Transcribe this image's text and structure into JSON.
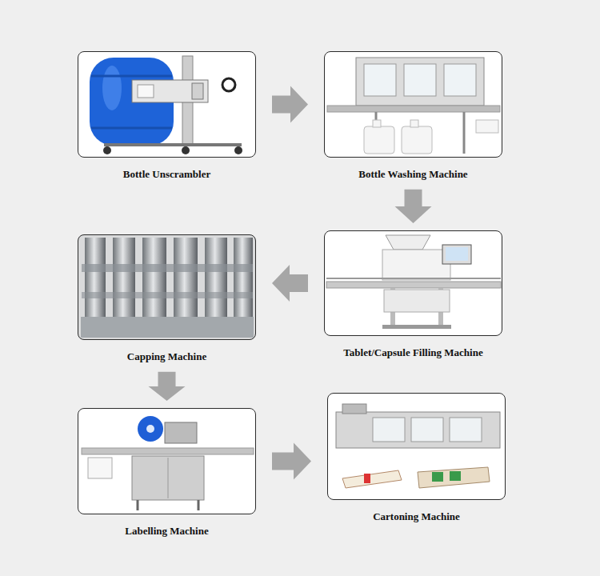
{
  "diagram": {
    "nodes": [
      {
        "text": [
          "Bottle Unscrambler"
        ]
      },
      {
        "text": [
          "Bottle Washing Machine"
        ]
      },
      {
        "text": [
          "Tablet/Capsule Filling Machine"
        ]
      },
      {
        "text": [
          "Capping Machine"
        ]
      },
      {
        "text": [
          "Labelling Machine"
        ]
      },
      {
        "text": [
          "Cartoning Machine"
        ]
      }
    ],
    "edges": [
      {
        "from": 0,
        "to": 1,
        "arrow": "to"
      },
      {
        "from": 1,
        "to": 2,
        "arrow": "to"
      },
      {
        "from": 2,
        "to": 3,
        "arrow": "to"
      },
      {
        "from": 3,
        "to": 4,
        "arrow": "to"
      },
      {
        "from": 4,
        "to": 5,
        "arrow": "to"
      }
    ]
  }
}
